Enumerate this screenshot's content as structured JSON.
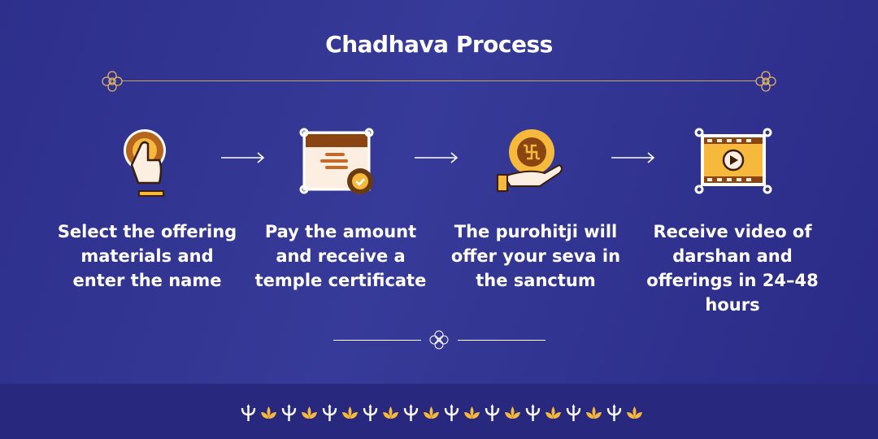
{
  "title": "Chadhava Process",
  "steps": [
    {
      "text": "Select the offering materials and enter the name",
      "icon": "tap-offering-icon"
    },
    {
      "text": "Pay the amount and receive a temple certificate",
      "icon": "certificate-icon"
    },
    {
      "text": "The purohitji will offer your seva in the sanctum",
      "icon": "swastik-offering-icon"
    },
    {
      "text": "Receive video of darshan and offerings in 24–48 hours",
      "icon": "video-play-icon"
    }
  ],
  "colors": {
    "background": "#33358f",
    "gold": "#f6b93b",
    "brown": "#8b4513",
    "cream": "#fdeee2"
  }
}
